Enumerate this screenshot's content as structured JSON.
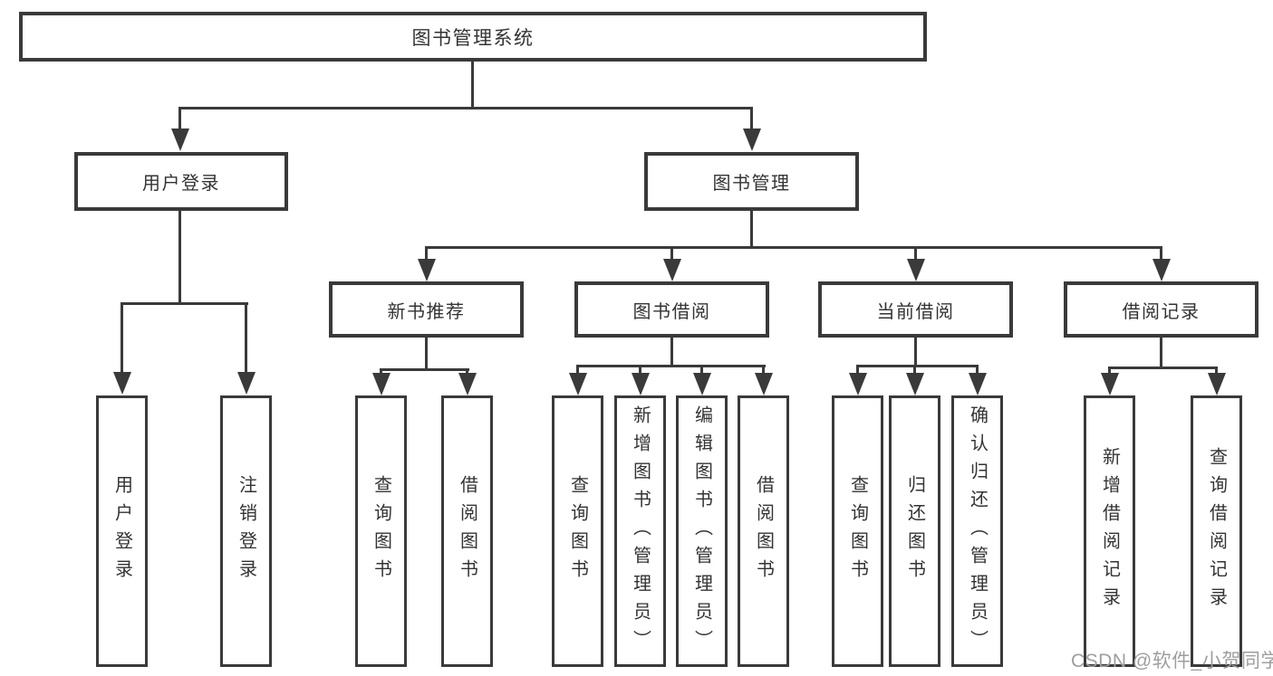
{
  "diagram": {
    "root": "图书管理系统",
    "level2": {
      "user_login": "用户登录",
      "book_management": "图书管理"
    },
    "level3": {
      "new_book_recommendation": "新书推荐",
      "book_borrowing": "图书借阅",
      "current_borrowing": "当前借阅",
      "borrowing_records": "借阅记录"
    },
    "leaves": {
      "user_login": "用户登录",
      "logout": "注销登录",
      "recommend_query_books": "查询图书",
      "recommend_borrow_books": "借阅图书",
      "borrowing_query_books": "查询图书",
      "borrowing_add_book_admin": "新增图书（管理员）",
      "borrowing_edit_book_admin": "编辑图书（管理员）",
      "borrowing_borrow_books": "借阅图书",
      "current_query_books": "查询图书",
      "current_return_books": "归还图书",
      "current_confirm_return_admin": "确认归还（管理员）",
      "records_add_record": "新增借阅记录",
      "records_query_record": "查询借阅记录"
    }
  },
  "watermark": "CSDN @软件_小贺同学",
  "colors": {
    "line": "#3a3a3a",
    "text": "#333333",
    "watermark": "#9e9e9e",
    "background": "#ffffff"
  }
}
